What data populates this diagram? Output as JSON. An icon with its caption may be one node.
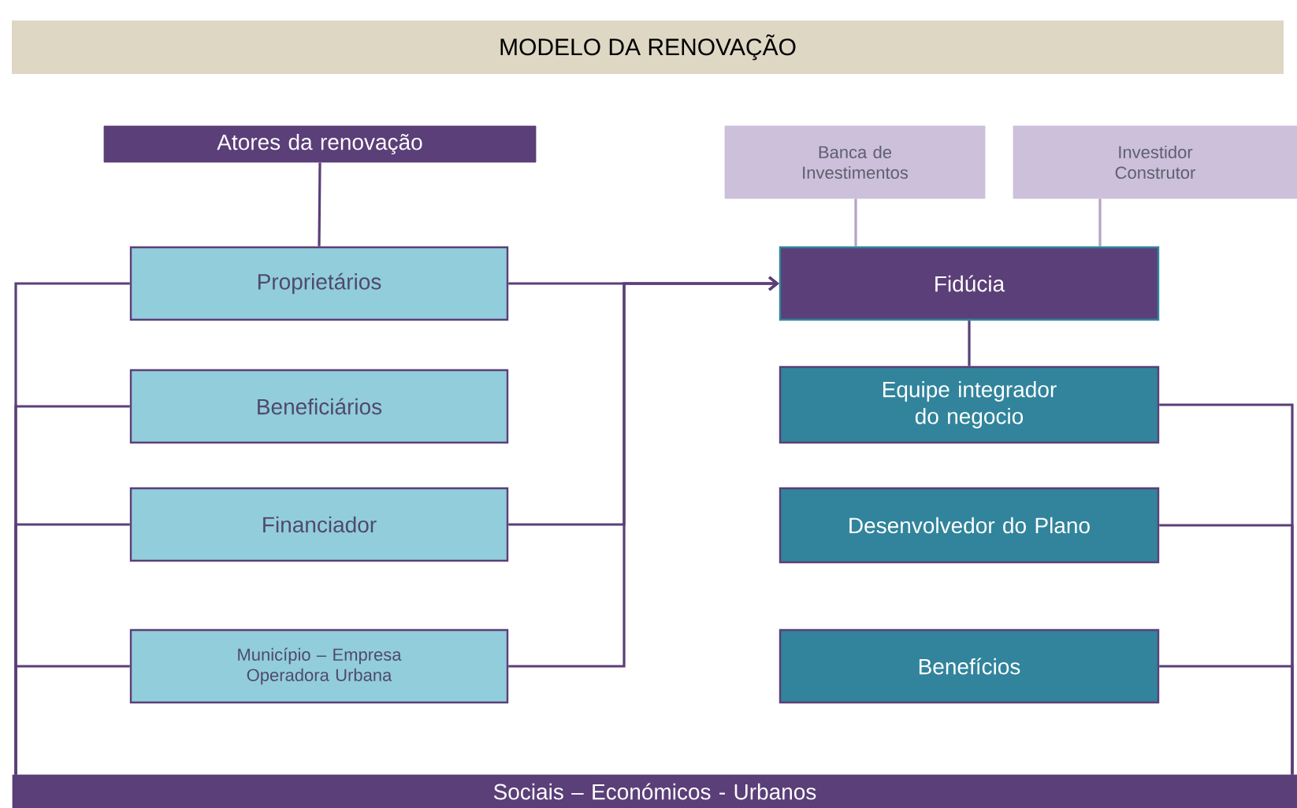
{
  "diagram": {
    "title": "MODELO DA RENOVAÇÃO",
    "nodes": [
      {
        "text": [
          "Atores da renovação"
        ]
      },
      {
        "text": [
          "Proprietários"
        ]
      },
      {
        "text": [
          "Beneficiários"
        ]
      },
      {
        "text": [
          "Financiador"
        ]
      },
      {
        "text": [
          "Município – Empresa Operadora Urbana"
        ]
      },
      {
        "text": [
          "Banca de Investimentos"
        ]
      },
      {
        "text": [
          "Investidor Construtor"
        ]
      },
      {
        "text": [
          "Fidúcia"
        ]
      },
      {
        "text": [
          "Equipe integrador do negocio"
        ]
      },
      {
        "text": [
          "Desenvolvedor do Plano"
        ]
      },
      {
        "text": [
          "Benefícios"
        ]
      },
      {
        "text": [
          "Sociais – Económicos - Urbanos"
        ]
      }
    ],
    "edges": [
      {
        "from": 0,
        "to": 1,
        "arrow": "none"
      },
      {
        "from": 1,
        "to": 11,
        "arrow": "none"
      },
      {
        "from": 2,
        "to": 11,
        "arrow": "none"
      },
      {
        "from": 3,
        "to": 11,
        "arrow": "none"
      },
      {
        "from": 4,
        "to": 11,
        "arrow": "none"
      },
      {
        "from": 1,
        "to": 7,
        "arrow": "to"
      },
      {
        "from": 3,
        "to": 7,
        "arrow": "to"
      },
      {
        "from": 4,
        "to": 7,
        "arrow": "to"
      },
      {
        "from": 5,
        "to": 7,
        "arrow": "none",
        "color": "#b3a2c7"
      },
      {
        "from": 6,
        "to": 7,
        "arrow": "none",
        "color": "#b3a2c7"
      },
      {
        "from": 7,
        "to": 8,
        "arrow": "none"
      },
      {
        "from": 8,
        "to": 11,
        "arrow": "none"
      },
      {
        "from": 9,
        "to": 11,
        "arrow": "none"
      },
      {
        "from": 10,
        "to": 11,
        "arrow": "none"
      }
    ]
  }
}
